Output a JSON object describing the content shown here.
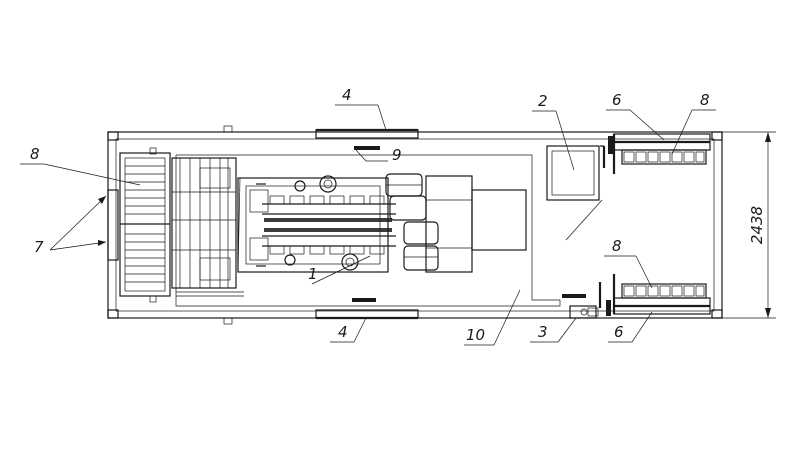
{
  "callouts": {
    "c1": "1",
    "c2": "2",
    "c3": "3",
    "c4_top": "4",
    "c4_bottom": "4",
    "c6_top": "6",
    "c6_bottom": "6",
    "c7": "7",
    "c8_left": "8",
    "c8_top_right": "8",
    "c8_bottom_right": "8",
    "c9": "9",
    "c10": "10"
  },
  "dimension": {
    "width": "2438"
  },
  "colors": {
    "line": "#1a1a1a",
    "background": "#ffffff"
  }
}
